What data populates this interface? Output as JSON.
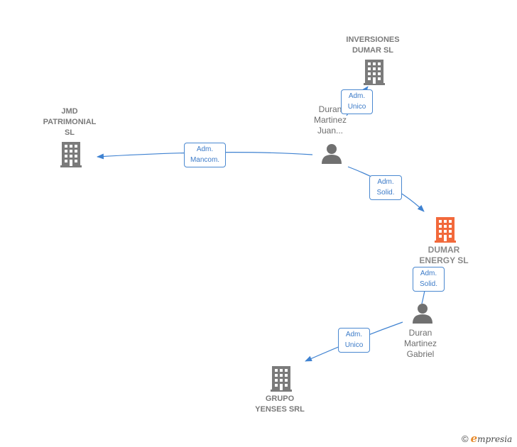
{
  "colors": {
    "building": "#7b7b7b",
    "building_main": "#f2693b",
    "person": "#707070",
    "edge": "#3f82d1"
  },
  "nodes": {
    "inversiones": {
      "label": "INVERSIONES\nDUMAR SL",
      "icon": "building-icon"
    },
    "jmd": {
      "label": "JMD\nPATRIMONIAL\nSL",
      "icon": "building-icon"
    },
    "dumar_energy": {
      "label": "DUMAR\nENERGY  SL",
      "icon": "building-icon"
    },
    "grupo_yenses": {
      "label": "GRUPO\nYENSES SRL",
      "icon": "building-icon"
    },
    "duran_juan": {
      "label": "Duran\nMartinez\nJuan...",
      "icon": "person-icon"
    },
    "duran_gabriel": {
      "label": "Duran\nMartinez\nGabriel",
      "icon": "person-icon"
    }
  },
  "edges": {
    "juan_inversiones": {
      "label": "Adm.\nUnico"
    },
    "juan_jmd": {
      "label": "Adm.\nMancom."
    },
    "juan_dumar": {
      "label": "Adm.\nSolid."
    },
    "gabriel_dumar": {
      "label": "Adm.\nSolid."
    },
    "gabriel_grupo": {
      "label": "Adm.\nUnico"
    }
  },
  "brand": {
    "copyright": "©",
    "initial": "e",
    "name": "mpresia"
  }
}
